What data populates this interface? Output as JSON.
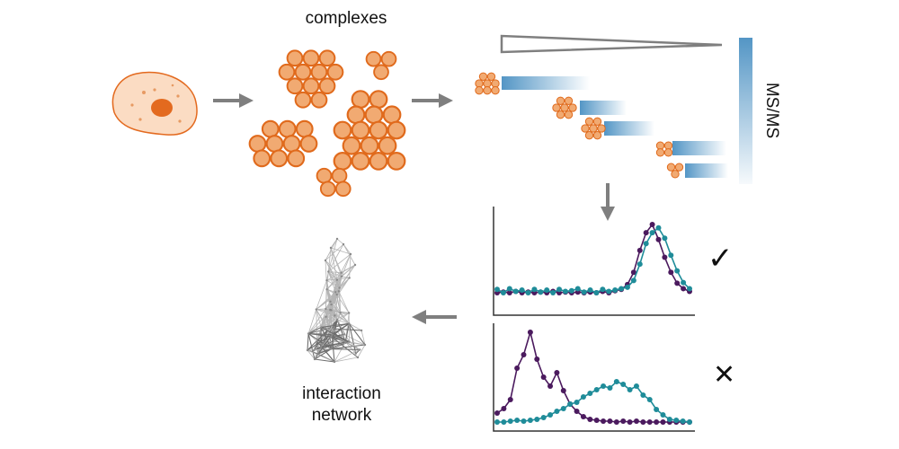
{
  "labels": {
    "complexes": "complexes",
    "network_line1": "interaction",
    "network_line2": "network",
    "msms": "MS/MS",
    "check": "✓",
    "cross": "✕"
  },
  "colors": {
    "orange_fill": "#f1aa72",
    "orange_stroke": "#e06a1c",
    "cell_fill": "#fbdcc3",
    "cell_nucleus": "#e36a1f",
    "arrow": "#7f7f7f",
    "fraction_blue": "#4a90c2",
    "series_purple": "#4b1a5e",
    "series_teal": "#1f8c99",
    "network_edge": "#b5b5b5",
    "network_edge_dark": "#6e6e6e"
  },
  "chart_data": [
    {
      "type": "line",
      "title": "",
      "xlabel": "",
      "ylabel": "",
      "verdict": "correlated",
      "series": [
        {
          "color": "purple",
          "values": [
            0.0,
            0.01,
            0.0,
            0.02,
            0.0,
            0.01,
            0.0,
            0.01,
            0.0,
            0.02,
            0.0,
            0.01,
            0.0,
            0.01,
            0.0,
            0.01,
            0.0,
            0.02,
            0.0,
            0.03,
            0.05,
            0.12,
            0.3,
            0.62,
            0.88,
            1.0,
            0.78,
            0.52,
            0.3,
            0.14,
            0.06,
            0.02
          ]
        },
        {
          "color": "teal",
          "values": [
            0.05,
            0.0,
            0.06,
            0.02,
            0.04,
            0.0,
            0.05,
            0.01,
            0.04,
            0.0,
            0.05,
            0.02,
            0.03,
            0.06,
            0.01,
            0.04,
            0.0,
            0.05,
            0.02,
            0.04,
            0.06,
            0.08,
            0.18,
            0.42,
            0.72,
            0.88,
            0.95,
            0.8,
            0.55,
            0.32,
            0.15,
            0.06
          ]
        }
      ]
    },
    {
      "type": "line",
      "title": "",
      "xlabel": "",
      "ylabel": "",
      "verdict": "not correlated",
      "series": [
        {
          "color": "purple",
          "values": [
            0.1,
            0.15,
            0.25,
            0.6,
            0.75,
            1.0,
            0.7,
            0.5,
            0.4,
            0.55,
            0.35,
            0.2,
            0.12,
            0.06,
            0.03,
            0.02,
            0.01,
            0.01,
            0.0,
            0.01,
            0.0,
            0.01,
            0.0,
            0.0,
            0.0,
            0.0,
            0.0,
            0.0,
            0.0,
            0.0
          ]
        },
        {
          "color": "teal",
          "values": [
            0.0,
            0.0,
            0.01,
            0.02,
            0.01,
            0.02,
            0.03,
            0.05,
            0.08,
            0.12,
            0.15,
            0.2,
            0.22,
            0.28,
            0.32,
            0.36,
            0.4,
            0.38,
            0.45,
            0.42,
            0.36,
            0.4,
            0.3,
            0.25,
            0.14,
            0.08,
            0.03,
            0.02,
            0.01,
            0.0
          ]
        }
      ]
    }
  ]
}
